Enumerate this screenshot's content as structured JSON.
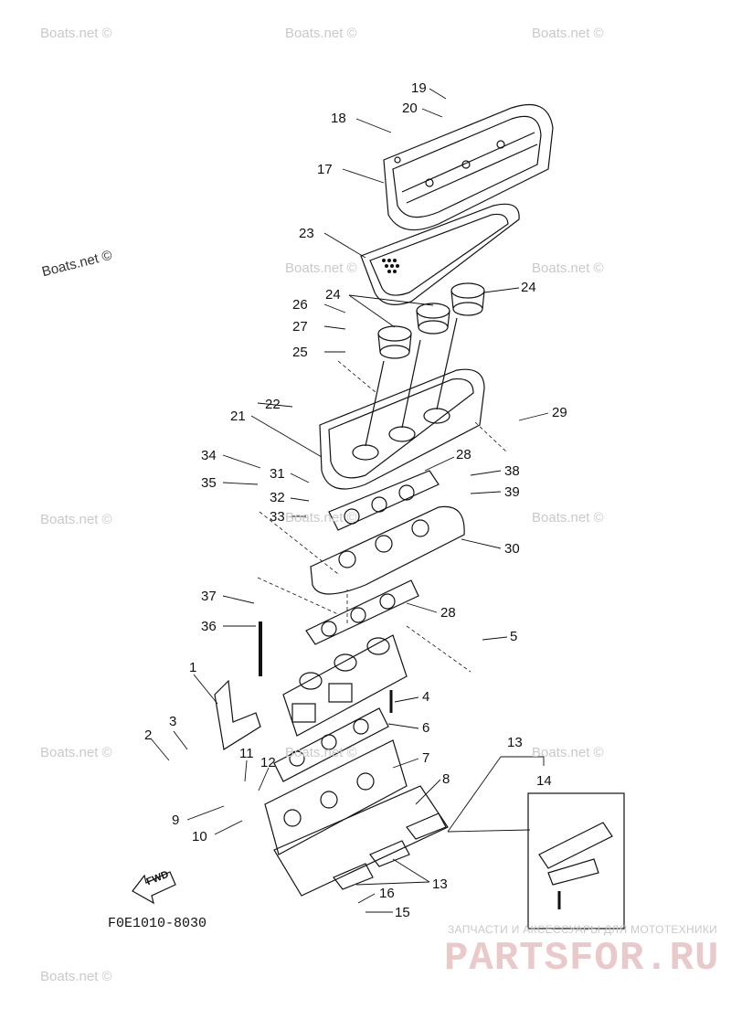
{
  "diagram": {
    "figure_code": "F0E1010-8030",
    "direction_label": "FWD",
    "watermarks": [
      "Boats.net ©",
      "Boats.net ©",
      "Boats.net ©",
      "Boats.net ©",
      "Boats.net ©",
      "Boats.net ©",
      "Boats.net ©",
      "Boats.net ©",
      "Boats.net ©",
      "Boats.net ©",
      "Boats.net ©",
      "Boats.net ©",
      "Boats.net ©"
    ],
    "brand_subtitle": "ЗАПЧАСТИ И АКСЕССУАРЫ ДЛЯ МОТОТЕХНИКИ",
    "brand_logo": "PARTSFOR.RU",
    "callouts": [
      "19",
      "20",
      "18",
      "17",
      "23",
      "24",
      "24",
      "26",
      "27",
      "25",
      "22",
      "21",
      "29",
      "34",
      "31",
      "28",
      "38",
      "35",
      "32",
      "39",
      "33",
      "30",
      "37",
      "28",
      "36",
      "5",
      "1",
      "4",
      "3",
      "2",
      "6",
      "11",
      "12",
      "7",
      "13",
      "8",
      "14",
      "9",
      "10",
      "13",
      "16",
      "15"
    ]
  }
}
